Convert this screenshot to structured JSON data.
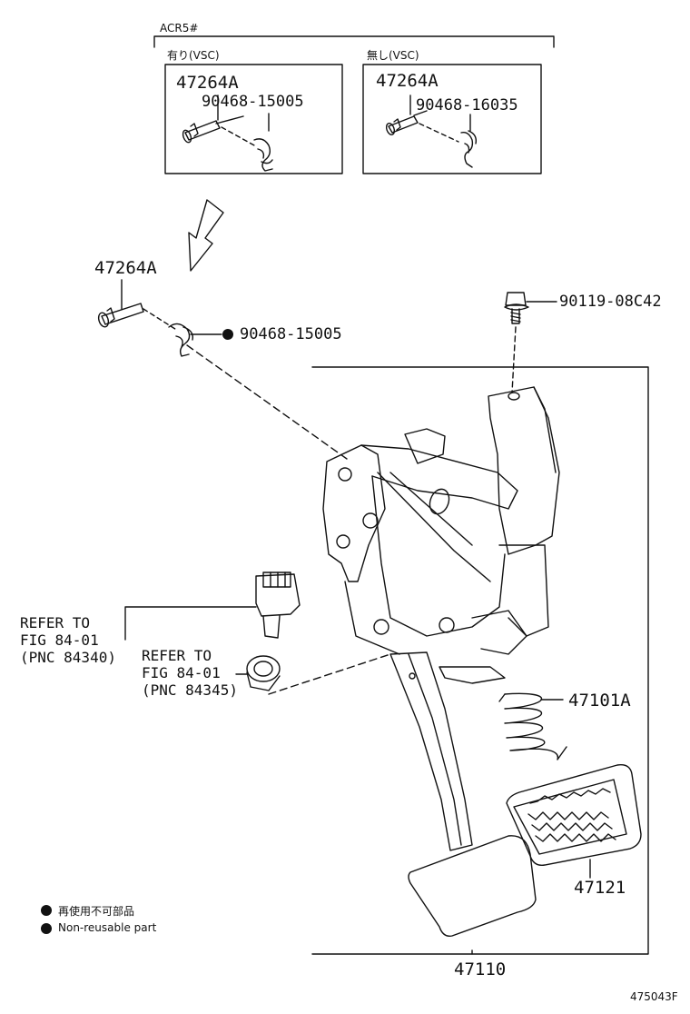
{
  "header": {
    "model_code": "ACR5#"
  },
  "variants": [
    {
      "condition": "有り(VSC)",
      "pin_part": "47264A",
      "clip_part": "90468-15005"
    },
    {
      "condition": "無し(VSC)",
      "pin_part": "47264A",
      "clip_part": "90468-16035"
    }
  ],
  "callouts": {
    "pin": "47264A",
    "clip": "90468-15005",
    "bolt": "90119-08C42",
    "spring": "47101A",
    "pad": "47121",
    "assembly": "47110"
  },
  "references": {
    "stop_switch": {
      "line1": "REFER TO",
      "line2": "FIG 84-01",
      "line3": "(PNC 84340)"
    },
    "cushion": {
      "line1": "REFER TO",
      "line2": "FIG 84-01",
      "line3": "(PNC 84345)"
    }
  },
  "legend": {
    "jp": "再使用不可部品",
    "en": "Non-reusable part"
  },
  "figure_id": "475043F"
}
